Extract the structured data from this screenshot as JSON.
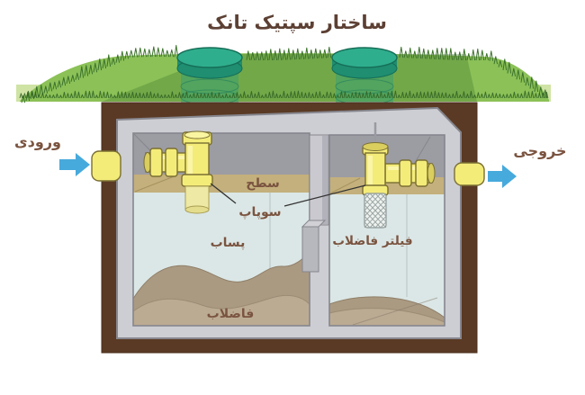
{
  "title": "ساختار سپتیک تانک",
  "labels": {
    "inlet": "ورودی",
    "outlet": "خروجی",
    "surface": "سطح",
    "valve": "سوپاپ",
    "effluent": "پساب",
    "sewage_filter": "فیلتر فاضلاب",
    "sludge": "فاضلاب"
  },
  "colors": {
    "title_text": "#5c4033",
    "label_text": "#7a5440",
    "pipe_yellow": "#f4ec79",
    "water": "#dbe7e6",
    "scum_layer": "#c4b07c",
    "sludge": "#b3a28a",
    "grass": "#8bc157",
    "grass_dark": "#3c722c",
    "soil_wall": "#5a3a24",
    "tank_concrete": "#cdced3",
    "riser_teal": "#2fae8d",
    "arrow_blue": "#47aadc"
  }
}
